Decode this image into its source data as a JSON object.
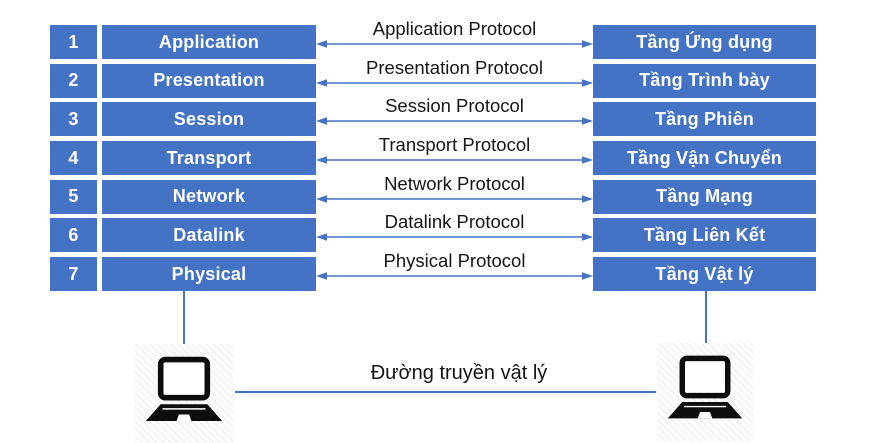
{
  "layers": [
    {
      "num": "1",
      "en": "Application",
      "protocol": "Application Protocol",
      "vi": "Tầng Ứng dụng"
    },
    {
      "num": "2",
      "en": "Presentation",
      "protocol": "Presentation Protocol",
      "vi": "Tầng Trình bày"
    },
    {
      "num": "3",
      "en": "Session",
      "protocol": "Session Protocol",
      "vi": "Tầng Phiên"
    },
    {
      "num": "4",
      "en": "Transport",
      "protocol": "Transport Protocol",
      "vi": "Tầng Vận Chuyển"
    },
    {
      "num": "5",
      "en": "Network",
      "protocol": "Network Protocol",
      "vi": "Tầng Mạng"
    },
    {
      "num": "6",
      "en": "Datalink",
      "protocol": "Datalink Protocol",
      "vi": "Tầng Liên Kết"
    },
    {
      "num": "7",
      "en": "Physical",
      "protocol": "Physical Protocol",
      "vi": "Tầng Vật lý"
    }
  ],
  "bottom": {
    "physical_link_label": "Đường truyền vật lý"
  },
  "icons": {
    "left_endpoint": "laptop-icon",
    "right_endpoint": "laptop-icon",
    "protocol_arrow": "double-arrow-icon"
  },
  "colors": {
    "box_fill": "#4472C4",
    "arrow": "#4472C4",
    "box_text": "#ffffff",
    "label_text": "#161616",
    "laptop_icon": "#0d0d0d"
  }
}
